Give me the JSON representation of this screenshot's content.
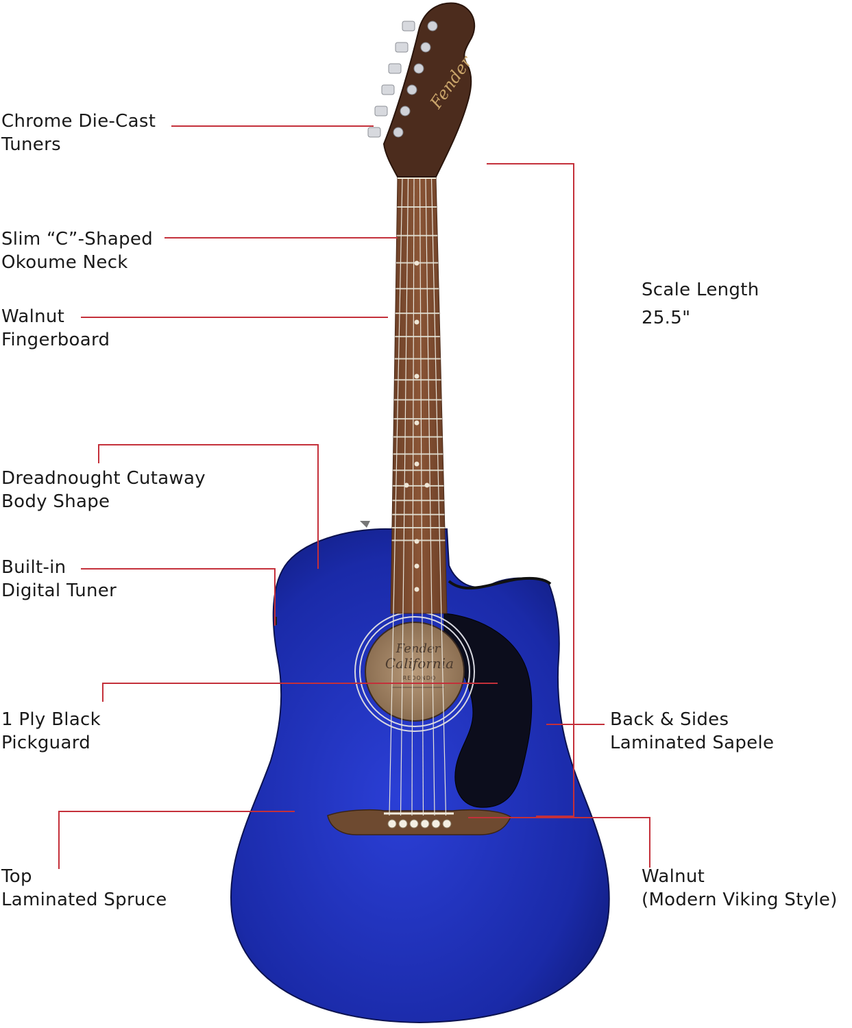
{
  "brand": {
    "headstock_logo": "Fender",
    "soundhole_logo": "Fender",
    "soundhole_model": "California",
    "soundhole_series": "REDONDO"
  },
  "colors": {
    "leader_line": "#c4303a",
    "body_blue": "#1e2fb8",
    "fretboard": "#7a4a2e",
    "headstock": "#4a2a1c",
    "pickguard": "#0d0d18"
  },
  "callouts": [
    {
      "id": "tuners",
      "line1": "Chrome Die-Cast",
      "line2": "Tuners"
    },
    {
      "id": "neck",
      "line1": "Slim “C”-Shaped",
      "line2": "Okoume Neck"
    },
    {
      "id": "fingerboard",
      "line1": "Walnut",
      "line2": "Fingerboard"
    },
    {
      "id": "body",
      "line1": "Dreadnought Cutaway",
      "line2": "Body Shape"
    },
    {
      "id": "tuner",
      "line1": "Built-in",
      "line2": "Digital Tuner"
    },
    {
      "id": "pickguard",
      "line1": "1 Ply Black",
      "line2": "Pickguard"
    },
    {
      "id": "top",
      "line1": "Top",
      "line2": "Laminated Spruce"
    },
    {
      "id": "scale",
      "line1": "Scale Length",
      "line2": "25.5\""
    },
    {
      "id": "back",
      "line1": "Back & Sides",
      "line2": "Laminated Sapele"
    },
    {
      "id": "bridge",
      "line1": "Walnut",
      "line2": "(Modern Viking Style)"
    }
  ]
}
